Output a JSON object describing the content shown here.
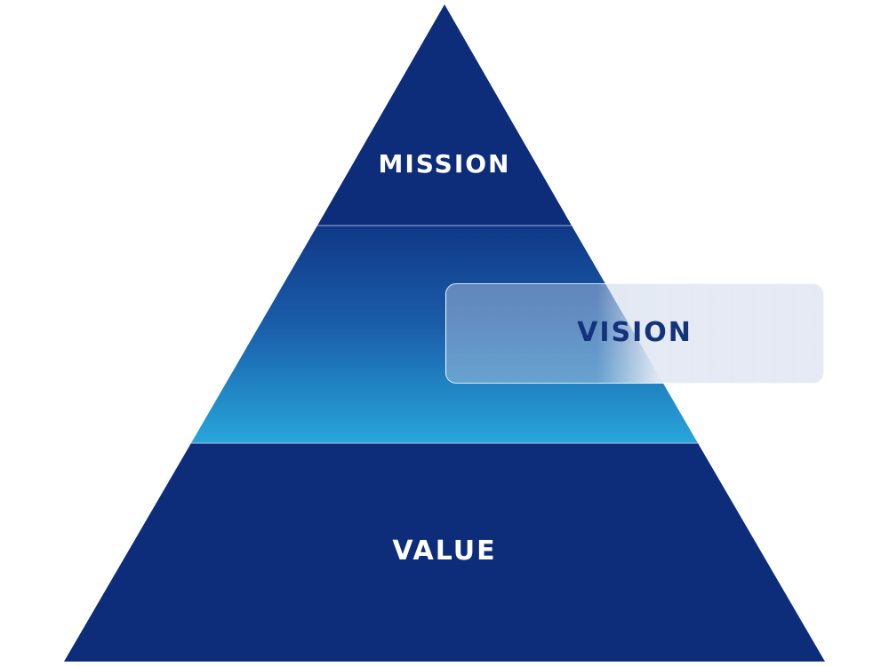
{
  "tiers": {
    "mission": {
      "label": "MISSION"
    },
    "vision": {
      "label": "VISION"
    },
    "value": {
      "label": "VALUE"
    }
  },
  "colors": {
    "navy": "#0d2d7a",
    "mid_blue": "#1a5ba8",
    "light_blue": "#25a3d8",
    "card_text": "#13337a",
    "separator": "#9bb4e0"
  }
}
